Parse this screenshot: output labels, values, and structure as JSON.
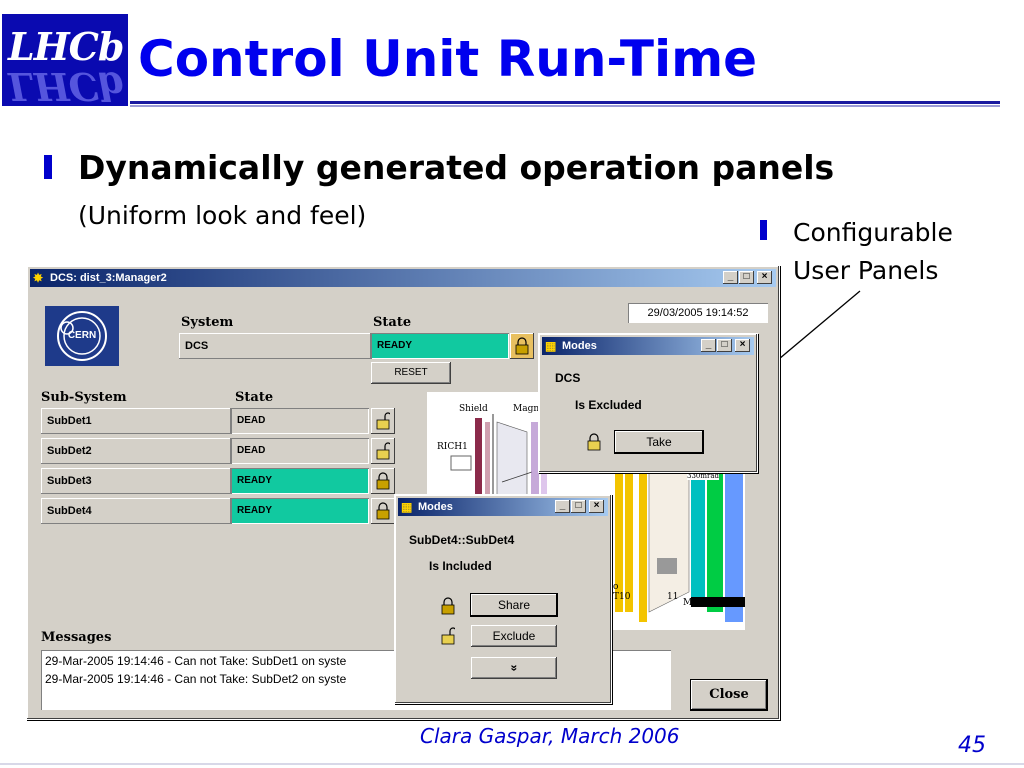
{
  "slide": {
    "title": "Control Unit Run-Time",
    "logo_text": "LHCb",
    "bullet1": "Dynamically generated operation panels",
    "bullet1_sub": "(Uniform look and feel)",
    "bullet2_line1": "Configurable",
    "bullet2_line2": "User Panels",
    "footer": "Clara Gaspar, March 2006",
    "page_number": "45"
  },
  "main_window": {
    "title": "DCS: dist_3:Manager2",
    "datetime": "29/03/2005  19:14:52",
    "cern_label": "CERN",
    "system_header": "System",
    "state_header": "State",
    "system_name": "DCS",
    "system_state": "READY",
    "reset_label": "RESET",
    "subsystem_header": "Sub-System",
    "subsystem_state_header": "State",
    "subsystems": [
      {
        "name": "SubDet1",
        "state": "DEAD"
      },
      {
        "name": "SubDet2",
        "state": "DEAD"
      },
      {
        "name": "SubDet3",
        "state": "READY"
      },
      {
        "name": "SubDet4",
        "state": "READY"
      }
    ],
    "messages_header": "Messages",
    "messages": [
      "29-Mar-2005 19:14:46 - Can not Take: SubDet1 on syste",
      "29-Mar-2005 19:14:46 - Can not Take: SubDet2 on syste"
    ],
    "close_label": "Close",
    "detector_labels": {
      "shield": "Shield",
      "magnet": "Magn",
      "rich1": "RICH1",
      "t10": "T10",
      "t11": "11",
      "m": "M",
      "o": "o",
      "annot": "330mrad"
    }
  },
  "modes_dcs": {
    "title": "Modes",
    "system": "DCS",
    "status": "Is Excluded",
    "take_label": "Take"
  },
  "modes_subdet4": {
    "title": "Modes",
    "system": "SubDet4::SubDet4",
    "status": "Is Included",
    "share_label": "Share",
    "exclude_label": "Exclude",
    "more_label": "»"
  },
  "colors": {
    "title_blue": "#0000ee",
    "ready_green": "#11c9a0",
    "window_gray": "#d4d0c8",
    "titlebar_blue": "#0a246a"
  }
}
